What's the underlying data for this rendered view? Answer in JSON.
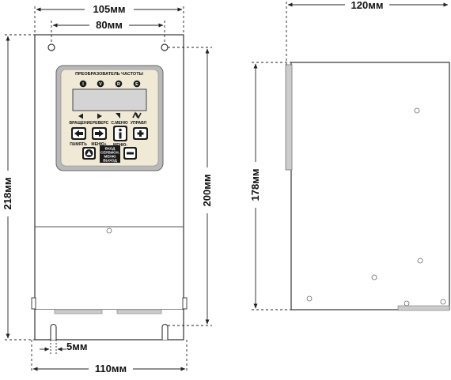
{
  "dimensions": {
    "top_outer": "105мм",
    "top_inner": "80мм",
    "left_total": "218мм",
    "right_inner": "200мм",
    "bottom_width": "110мм",
    "slot": "5мм",
    "side_depth": "120мм",
    "side_height": "178мм"
  },
  "panel": {
    "header": "ПРЕОБРАЗОВАТЕЛЬ ЧАСТОТЫ",
    "indicators": [
      "I",
      "V",
      "R",
      "E"
    ],
    "functions": [
      "ВРАЩЕНИЕ",
      "РЕВЕРС",
      "С.МЕНЮ",
      "УПРАВЛ"
    ],
    "key_labels": {
      "left_key": "ПАМЯТЬ",
      "right_key": "МЕНЮ+",
      "info_key": "МЕНЮ-"
    },
    "menu_box": [
      "ВХОД",
      "СЕРВИСН.",
      "МЕНЮ",
      "ВЫХОД"
    ]
  },
  "colors": {
    "line": "#333333",
    "bezel": "#b9b9b9",
    "keypad": "#efe9d6",
    "display": "#d4d4d4",
    "dark": "#1a1a1a"
  }
}
